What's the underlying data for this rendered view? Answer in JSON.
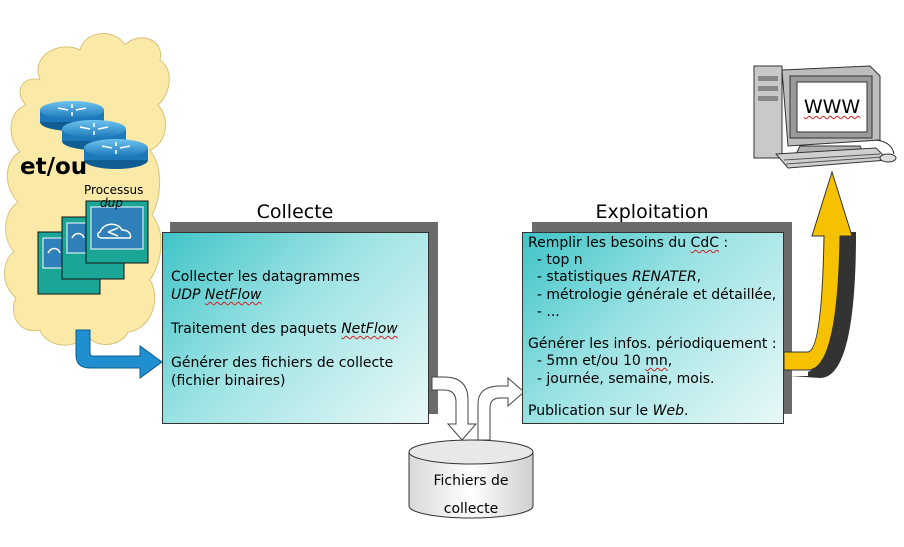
{
  "source": {
    "label": "et/ou",
    "process_label": "Processus",
    "process_sub": "dup"
  },
  "collecte": {
    "title": "Collecte",
    "line1": "Collecter les datagrammes",
    "line2_a": "UDP ",
    "line2_b": "NetFlow",
    "line3_a": "Traitement des paquets ",
    "line3_b": "NetFlow",
    "line4": "Générer des fichiers de collecte",
    "line5": "(fichier binaires)"
  },
  "storage": {
    "line1": "Fichiers de",
    "line2": "collecte"
  },
  "exploitation": {
    "title": "Exploitation",
    "l1_a": "Remplir les besoins du ",
    "l1_b": "CdC",
    "l1_c": " :",
    "l2": "  - top n",
    "l3_a": "  - statistiques ",
    "l3_b": "RENATER",
    "l3_c": ",",
    "l4": "  - métrologie générale et détaillée,",
    "l5": "  - ...",
    "l6": "Générer les infos. périodiquement :",
    "l7_a": "  - 5mn et/ou 10 ",
    "l7_b": "mn",
    "l7_c": ",",
    "l8": "  - journée, semaine, mois.",
    "l9_a": "Publication sur le ",
    "l9_b": "Web",
    "l9_c": "."
  },
  "monitor": {
    "screen_text": "WWW"
  },
  "colors": {
    "cloud": "#fbe9a8",
    "box_start": "#40c4c8",
    "arrow_blue": "#1f8fd0",
    "arrow_yellow": "#f6c200",
    "router": "#1f86c8"
  }
}
